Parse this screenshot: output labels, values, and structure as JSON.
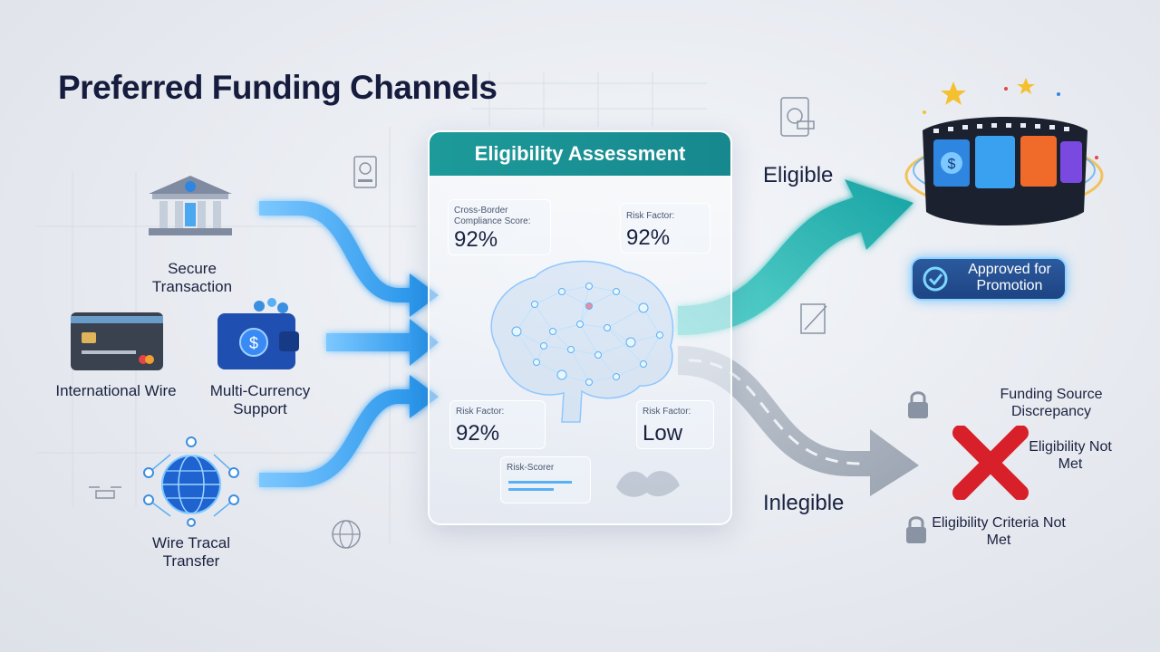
{
  "title": "Preferred Funding Channels",
  "sources": [
    {
      "label": "Secure Transaction",
      "icon": "bank-icon"
    },
    {
      "label": "International Wire",
      "icon": "credit-card-icon"
    },
    {
      "label": "Multi-Currency Support",
      "icon": "wallet-icon"
    },
    {
      "label": "Wire Tracal Transfer",
      "icon": "globe-network-icon"
    }
  ],
  "panel": {
    "header": "Eligibility Assessment",
    "cards": [
      {
        "label": "Cross-Border Compliance Score:",
        "value": "92%"
      },
      {
        "label": "Risk Factor:",
        "value": "92%"
      },
      {
        "label": "Risk Factor:",
        "value": "92%"
      },
      {
        "label": "Risk Factor:",
        "value": "Low"
      },
      {
        "label": "Risk-Scorer",
        "value": ""
      }
    ],
    "center_icon": "brain-network-icon"
  },
  "outcomes": {
    "eligible": {
      "label": "Eligible",
      "badge": "Approved for Promotion",
      "icon": "film-reel-icon",
      "color": "#17a3a3"
    },
    "ineligible": {
      "label": "Inlegible",
      "reasons": [
        "Funding Source Discrepancy",
        "Eligibility Not Met",
        "Eligibility Criteria Not Met"
      ],
      "icon": "red-x-icon",
      "color": "#d8202a"
    }
  },
  "colors": {
    "arrow_blue": "#1f8fe8",
    "teal": "#17a3a3",
    "dark_text": "#151c3d"
  }
}
